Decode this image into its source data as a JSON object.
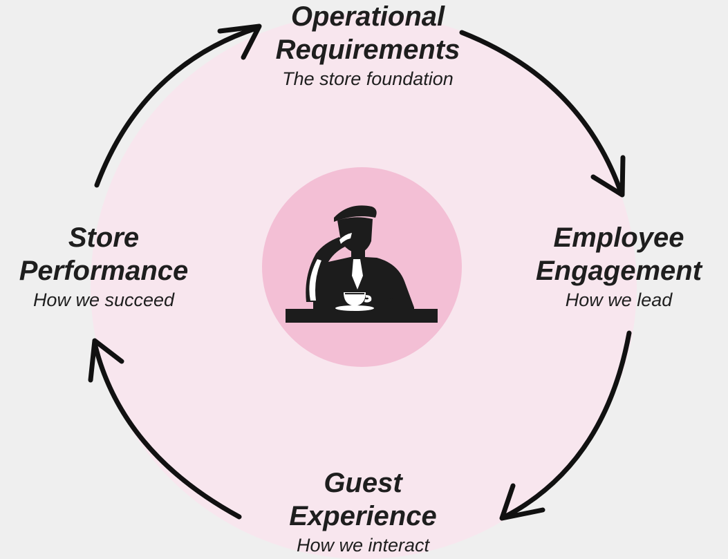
{
  "colors": {
    "page_background": "#efefef",
    "cycle_fill": "#f8e6ee",
    "hub_fill": "#f3bfd5",
    "arrow_color": "#111111",
    "text_color": "#1e1e1e",
    "logo_color": "#1c1c1c"
  },
  "diagram": {
    "nodes": [
      {
        "id": "top",
        "title_line1": "Operational",
        "title_line2": "Requirements",
        "subtitle": "The store foundation"
      },
      {
        "id": "right",
        "title_line1": "Employee",
        "title_line2": "Engagement",
        "subtitle": "How we lead"
      },
      {
        "id": "bottom",
        "title_line1": "Guest",
        "title_line2": "Experience",
        "subtitle": "How we interact"
      },
      {
        "id": "left",
        "title_line1": "Store",
        "title_line2": "Performance",
        "subtitle": "How we succeed"
      }
    ],
    "flow": [
      "Operational Requirements",
      "Employee Engagement",
      "Guest Experience",
      "Store Performance"
    ],
    "direction": "clockwise",
    "center_icon": "seated-man-with-coffee-cup-logo-icon"
  }
}
